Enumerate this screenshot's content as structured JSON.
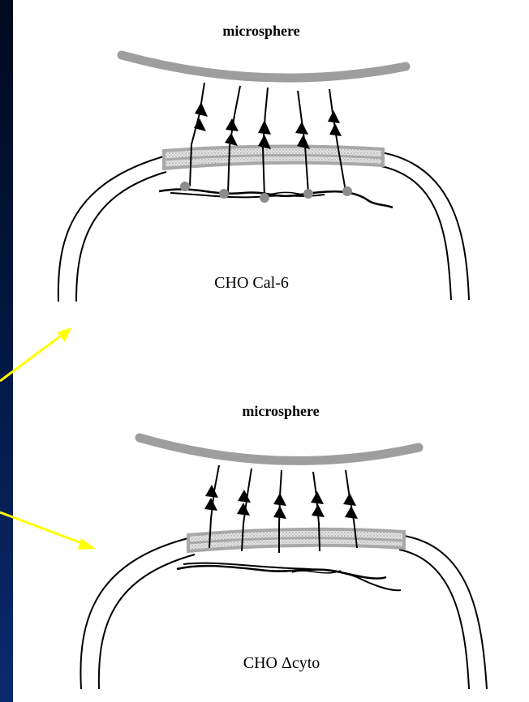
{
  "top": {
    "label": "microsphere",
    "cell_label": "CHO Cal-6"
  },
  "bottom": {
    "label": "microsphere",
    "cell_label": "CHO Δcyto"
  },
  "colors": {
    "background": "#0a2a6e",
    "panel": "#ffffff",
    "arrow": "#ffff00",
    "sphere": "#9e9e9e",
    "membrane": "#b0b0b0",
    "dot": "#8c8c8c"
  }
}
